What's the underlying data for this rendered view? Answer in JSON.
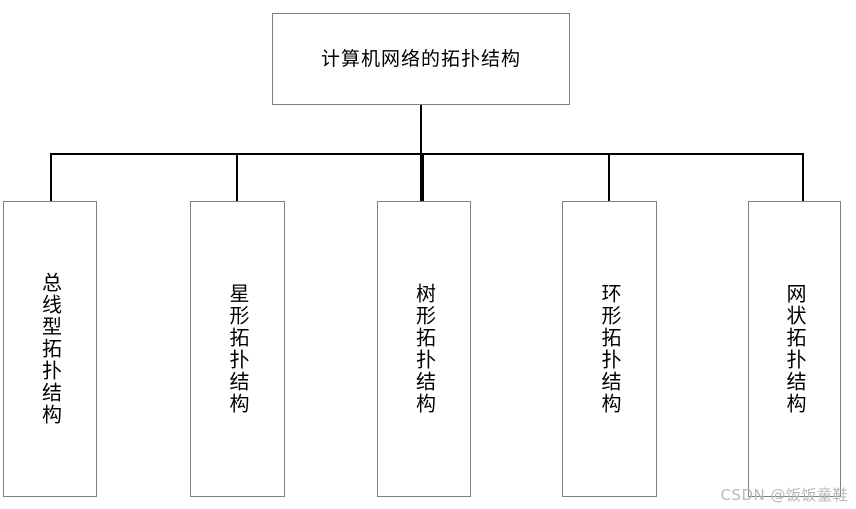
{
  "diagram": {
    "type": "tree",
    "orientation": "top-down",
    "title": "计算机网络的拓扑结构",
    "root": {
      "label": "计算机网络的拓扑结构"
    },
    "children": [
      {
        "label": "总线型拓扑结构"
      },
      {
        "label": "星形拓扑结构"
      },
      {
        "label": "树形拓扑结构"
      },
      {
        "label": "环形拓扑结构"
      },
      {
        "label": "网状拓扑结构"
      }
    ],
    "colors": {
      "background": "#ffffff",
      "box_border": "#808080",
      "box_fill": "#ffffff",
      "connector": "#000000",
      "text": "#000000",
      "watermark": "#b9b9b9"
    }
  },
  "watermark": {
    "text": "CSDN @饭饭童鞋"
  }
}
